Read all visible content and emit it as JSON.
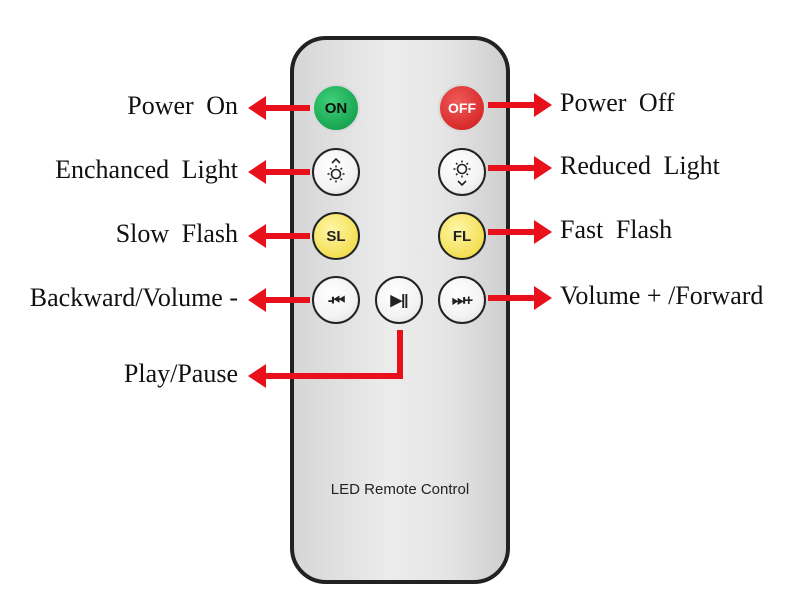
{
  "colors": {
    "arrow": "#e8101a",
    "on_button": "#1aa650",
    "off_button": "#d92b2b",
    "flash_button": "#f3df55"
  },
  "remote": {
    "caption": "LED Remote  Control",
    "buttons": {
      "on": {
        "text": "ON"
      },
      "off": {
        "text": "OFF"
      },
      "brighter": {
        "icon": "brightness-up-icon"
      },
      "dimmer": {
        "icon": "brightness-down-icon"
      },
      "slow_flash": {
        "text": "SL"
      },
      "fast_flash": {
        "text": "FL"
      },
      "backward": {
        "text": "-⏮",
        "icon": "skip-back-icon"
      },
      "play_pause": {
        "text": "▶||",
        "icon": "play-pause-icon"
      },
      "forward": {
        "text": "⏭+",
        "icon": "skip-forward-icon"
      }
    }
  },
  "labels": {
    "power_on": "Power  On",
    "power_off": "Power  Off",
    "enhanced_light": "Enchanced  Light",
    "reduced_light": "Reduced  Light",
    "slow_flash": "Slow  Flash",
    "fast_flash": "Fast  Flash",
    "backward_volume": "Backward/Volume -",
    "volume_forward": "Volume + /Forward",
    "play_pause": "Play/Pause"
  }
}
